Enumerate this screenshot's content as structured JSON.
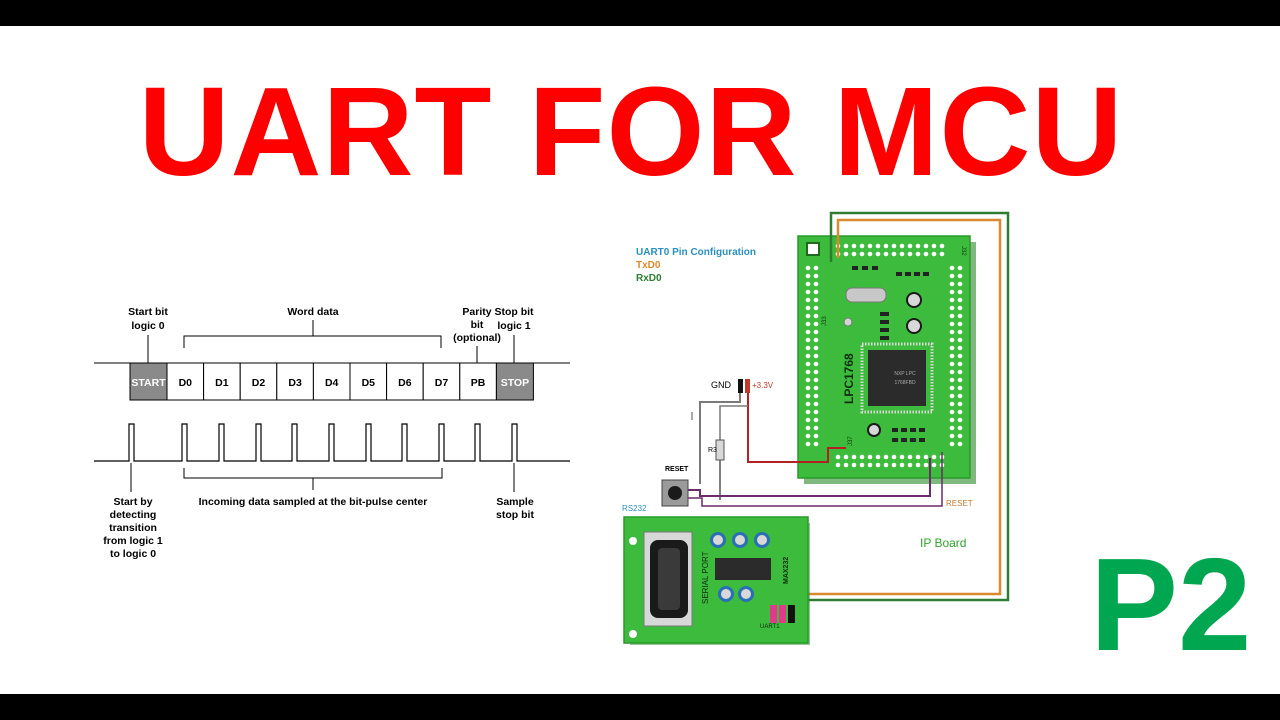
{
  "title": "UART FOR MCU",
  "part": "P2",
  "timing": {
    "top_labels": {
      "start_bit": [
        "Start bit",
        "logic 0"
      ],
      "word_data": "Word data",
      "parity_bit": [
        "Parity",
        "bit",
        "(optional)"
      ],
      "stop_bit": [
        "Stop bit",
        "logic 1"
      ]
    },
    "frame_cells": [
      "START",
      "D0",
      "D1",
      "D2",
      "D3",
      "D4",
      "D5",
      "D6",
      "D7",
      "PB",
      "STOP"
    ],
    "bottom_labels": {
      "start_detect": [
        "Start by",
        "detecting",
        "transition",
        "from logic 1",
        "to logic 0"
      ],
      "incoming": "Incoming data sampled at the bit-pulse center",
      "sample_stop": [
        "Sample",
        "stop bit"
      ]
    },
    "colors": {
      "start_stop_fill": "#8a8a8a",
      "cell_fill": "#ffffff"
    }
  },
  "board": {
    "config_title": "UART0 Pin Configuration",
    "txd": "TxD0",
    "rxd": "RxD0",
    "gnd": "GND",
    "vcc": "+3.3V",
    "resistor": "R3",
    "reset_button": "RESET",
    "reset_wire": "RESET",
    "rs232": "RS232",
    "ip_board": "IP Board",
    "chip": "LPC1768",
    "serial_port": "SERIAL PORT",
    "max_chip": "MAX232",
    "header_j1": "J32",
    "header_j2": "J33",
    "header_j3": "J37",
    "uart_label": "UART1",
    "colors": {
      "board_green": "#3dbb3c",
      "config_title": "#2a8fc0",
      "txd": "#d98a2e",
      "rxd": "#2e7d32",
      "vcc_wire": "#b22222",
      "gnd_wire": "#7a7a7a",
      "reset_wire": "#6a2c6a",
      "ip_board_text": "#2ea52e"
    }
  }
}
